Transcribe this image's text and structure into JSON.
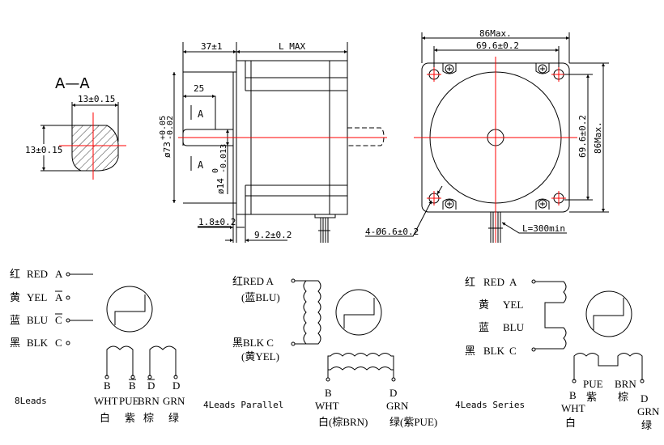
{
  "section": {
    "title": "A—A",
    "width_dim": "13±0.15",
    "height_dim": "13±0.15"
  },
  "side_view": {
    "dim_front": "37±1",
    "dim_length": "L MAX",
    "dim_key": "25",
    "section_mark_top": "A",
    "section_mark_bottom": "A",
    "dim_pilot": "ø73",
    "dim_pilot_tol_upper": "+0.05",
    "dim_pilot_tol_lower": "-0.02",
    "dim_shaft": "ø14",
    "dim_shaft_tol_upper": "0",
    "dim_shaft_tol_lower": "-0.013",
    "dim_flange": "1.8±0.2",
    "dim_face": "9.2±0.2"
  },
  "front_view": {
    "dim_width": "86Max.",
    "dim_hole_spacing_h": "69.6±0.2",
    "dim_hole_spacing_v": "69.6±0.2",
    "dim_height": "86Max.",
    "dim_holes": "4-Ø6.6±0.2",
    "dim_lead": "L=300min"
  },
  "wiring_8": {
    "caption": "8Leads",
    "left": [
      {
        "cn": "红",
        "en": "RED",
        "term": "A"
      },
      {
        "cn": "黄",
        "en": "YEL",
        "term": "A"
      },
      {
        "cn": "蓝",
        "en": "BLU",
        "term": "C"
      },
      {
        "cn": "黑",
        "en": "BLK",
        "term": "C"
      }
    ],
    "bottom": [
      {
        "term": "B",
        "en": "WHT",
        "cn": "白"
      },
      {
        "term": "B",
        "en": "PUE",
        "cn": "紫"
      },
      {
        "term": "D",
        "en": "BRN",
        "cn": "棕"
      },
      {
        "term": "D",
        "en": "GRN",
        "cn": "绿"
      }
    ]
  },
  "wiring_parallel": {
    "caption": "4Leads Parallel",
    "a_label": "红RED A",
    "a_sub": "(蓝BLU)",
    "c_label": "黑BLK C",
    "c_sub": "(黄YEL)",
    "b_term": "B",
    "b_en": "WHT",
    "b_cn": "白(棕BRN)",
    "d_term": "D",
    "d_en": "GRN",
    "d_cn": "绿(紫PUE)"
  },
  "wiring_series": {
    "caption": "4Leads Series",
    "left": [
      {
        "cn": "红",
        "en": "RED",
        "term": "A"
      },
      {
        "cn": "黄",
        "en": "YEL"
      },
      {
        "cn": "蓝",
        "en": "BLU"
      },
      {
        "cn": "黑",
        "en": "BLK",
        "term": "C"
      }
    ],
    "b_term": "B",
    "b_en": "WHT",
    "b_cn": "白",
    "pue_en": "PUE",
    "pue_cn": "紫",
    "brn_en": "BRN",
    "brn_cn": "棕",
    "d_term": "D",
    "d_en": "GRN",
    "d_cn": "绿"
  },
  "colors": {
    "centerline": "#ff0000",
    "line": "#000000"
  }
}
